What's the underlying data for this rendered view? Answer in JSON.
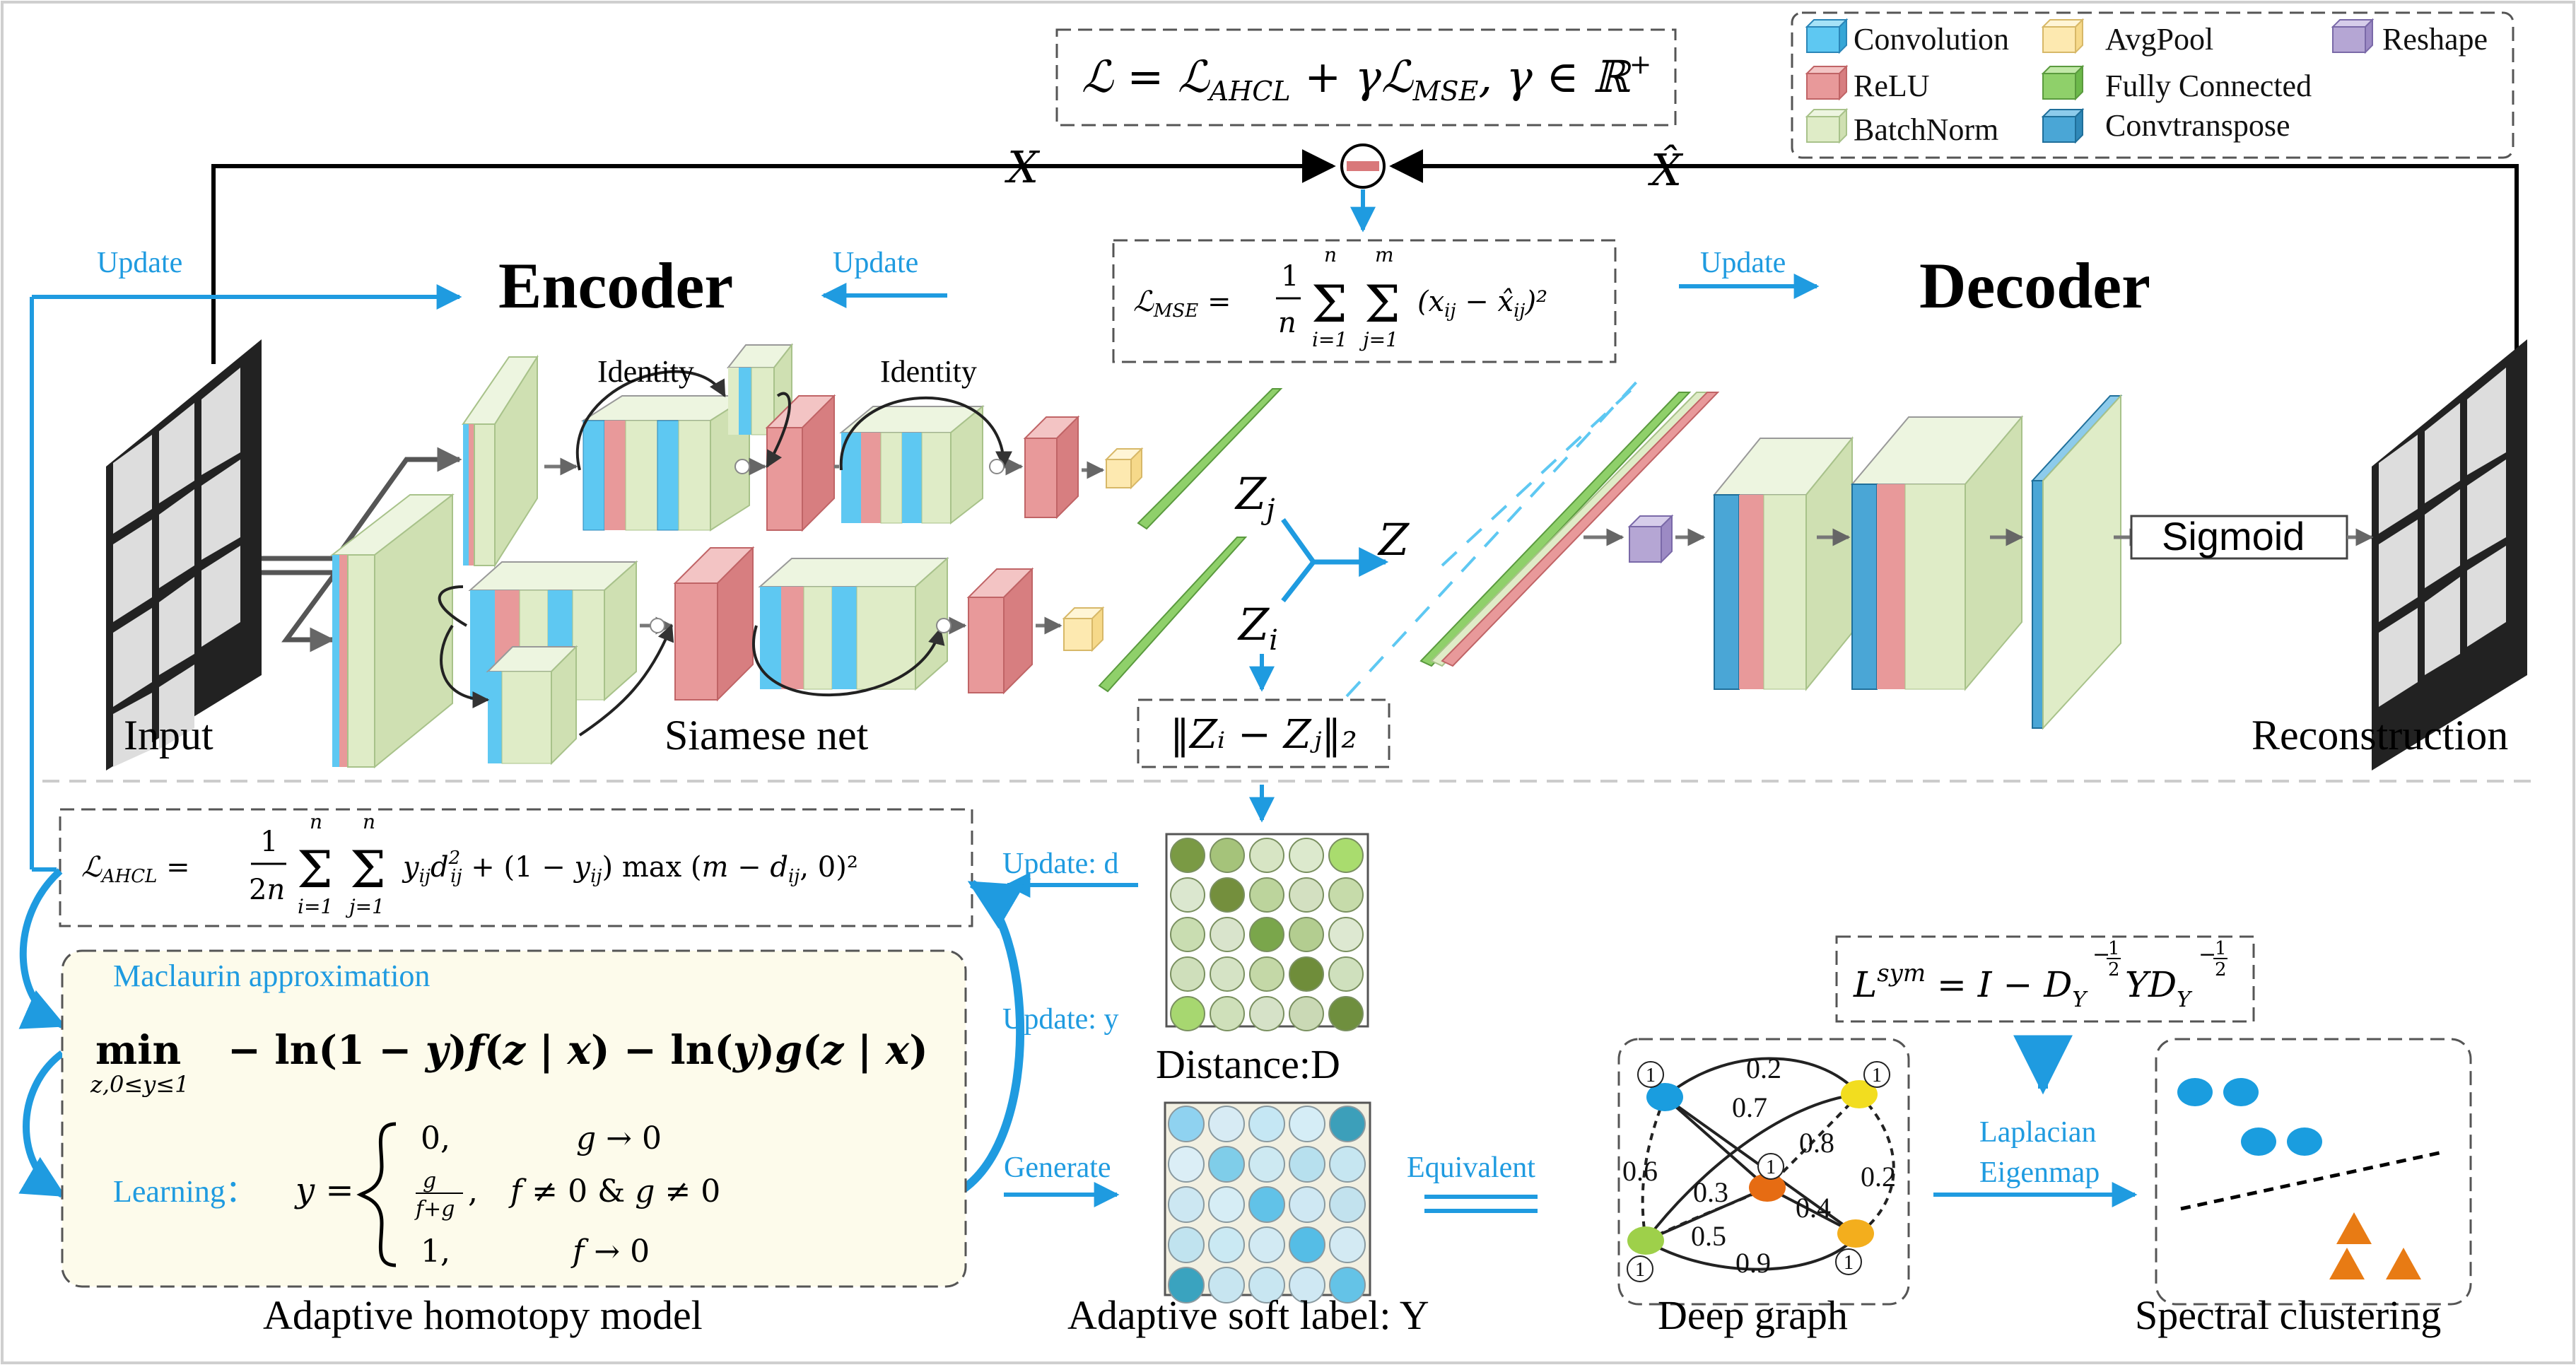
{
  "legend": {
    "items": [
      {
        "label": "Convolution",
        "color": "#5ec8f2"
      },
      {
        "label": "AvgPool",
        "color": "#fde9b0"
      },
      {
        "label": "Reshape",
        "color": "#b5a6d4"
      },
      {
        "label": "ReLU",
        "color": "#e8999a"
      },
      {
        "label": "Fully Connected",
        "color": "#8fd06a"
      },
      {
        "label": "BatchNorm",
        "color": "#dfecc7"
      },
      {
        "label": "Convtranspose",
        "color": "#4aa6d6"
      }
    ]
  },
  "loss_total": "ℒ = ℒ_AHCL + γℒ_MSE, γ ∈ ℝ⁺",
  "loss_total_parts": {
    "lhs": "ℒ = ℒ",
    "sub1": "AHCL",
    "mid": " + γℒ",
    "sub2": "MSE",
    "rhs": ", γ ∈ ℝ",
    "sup": "+"
  },
  "labels": {
    "x": "X",
    "x_hat": "X̂",
    "update": "Update",
    "encoder": "Encoder",
    "decoder": "Decoder",
    "identity": "Identity",
    "input": "Input",
    "siamese": "Siamese net",
    "reconstruction": "Reconstruction",
    "sigmoid": "Sigmoid",
    "zj": "Z",
    "zj_sub": "j",
    "zi": "Z",
    "zi_sub": "i",
    "z": "Z",
    "norm": "‖Zᵢ − Zⱼ‖₂",
    "update_d": "Update: d",
    "update_y": "Update: y",
    "distance": "Distance:D",
    "generate": "Generate",
    "equivalent": "Equivalent",
    "soft_label": "Adaptive soft label: Y",
    "homotopy": "Adaptive homotopy model",
    "deep_graph": "Deep graph",
    "spectral": "Spectral clustering",
    "maclaurin": "Maclaurin approximation",
    "learning": "Learning：",
    "laplacian1": "Laplacian",
    "laplacian2": "Eigenmap"
  },
  "formulas": {
    "mse": "ℒ_MSE = (1/n) Σ_{i=1}^{n} Σ_{j=1}^{m} (x_ij − x̂_ij)²",
    "ahcl": "ℒ_AHCL = (1/2n) Σ_{i=1}^{n} Σ_{j=1}^{n} y_ij d²_ij + (1 − y_ij) max(m − d_ij, 0)²",
    "min": "min_{z,0≤y≤1} −ln(1 − y) f(z | x) − ln(y) g(z | x)",
    "piecewise": [
      "0,   g → 0",
      "g/(f+g),   f ≠ 0 & g ≠ 0",
      "1,   f → 0"
    ],
    "lsym": "L^sym = I − D_Y^{−1/2} Y D_Y^{−1/2}"
  },
  "graph": {
    "edge_weights": [
      "0.2",
      "0.7",
      "0.8",
      "0.6",
      "0.3",
      "0.2",
      "0.4",
      "0.5",
      "0.9"
    ],
    "node_label": "1"
  },
  "distance_matrix": [
    [
      "#7a9a44",
      "#a5c37a",
      "#d7e5c4",
      "#dce9cd",
      "#a9dc6e"
    ],
    [
      "#dbe7cf",
      "#748f3d",
      "#bcd49c",
      "#d3e0c1",
      "#c6dbaa"
    ],
    [
      "#c9ddb1",
      "#d9e4cc",
      "#7aa64b",
      "#b3cd90",
      "#dde8d1"
    ],
    [
      "#cfdfbb",
      "#d5e3c5",
      "#c4d8a7",
      "#6f8d3a",
      "#cfe0bd"
    ],
    [
      "#a7d770",
      "#cfe0ba",
      "#d6e2c8",
      "#cad9b5",
      "#6f8f3e"
    ]
  ],
  "soft_label_matrix": [
    [
      "#8fd2f0",
      "#d7ebf4",
      "#c5e7f4",
      "#d5edf6",
      "#3c9fba"
    ],
    [
      "#dbeef6",
      "#7fcde9",
      "#cde9f2",
      "#b7e0ee",
      "#c6e6f1"
    ],
    [
      "#cce7f2",
      "#d6edf5",
      "#61c2e8",
      "#cfe8f3",
      "#c2e2ee"
    ],
    [
      "#c0e3ef",
      "#cae9f3",
      "#d2eaf3",
      "#55bde6",
      "#d3eaf3"
    ],
    [
      "#3aa3bf",
      "#c7e5f0",
      "#c8e6f1",
      "#cfe8f3",
      "#64c3e7"
    ]
  ]
}
